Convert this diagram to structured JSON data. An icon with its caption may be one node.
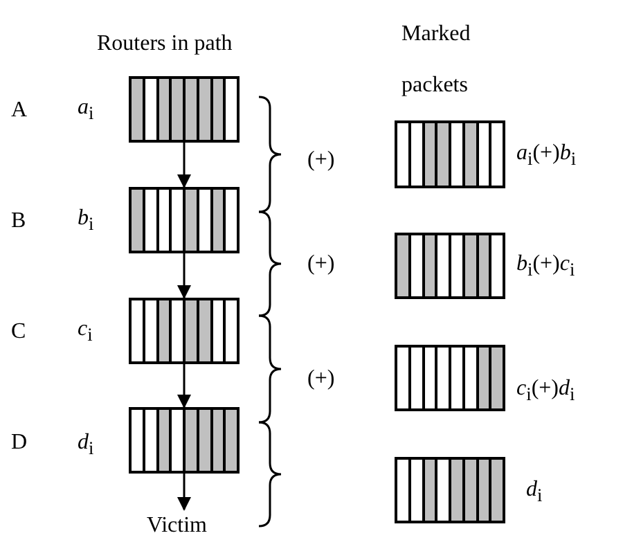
{
  "diagram": {
    "nodes": [
      {
        "text": [],
        "shape": "box",
        "beside": [
          "A",
          "*a*$_{i}$"
        ]
      },
      {
        "text": [],
        "shape": "box",
        "beside": [
          "B",
          "*b*$_{i}$"
        ]
      },
      {
        "text": [],
        "shape": "box",
        "beside": [
          "C",
          "*c*$_{i}$"
        ]
      },
      {
        "text": [],
        "shape": "box",
        "beside": [
          "D",
          "*d*$_{i}$"
        ]
      },
      {
        "text": [
          "Victim"
        ]
      },
      {
        "text": [],
        "shape": "box",
        "beside": [
          "*a*$_{i}$(+)*b*$_{i}$"
        ]
      },
      {
        "text": [],
        "shape": "box",
        "beside": [
          "*b*$_{i}$(+)*c*$_{i}$"
        ]
      },
      {
        "text": [],
        "shape": "box",
        "beside": [
          "*c*$_{i}$(+)*d*$_{i}$"
        ]
      },
      {
        "text": [],
        "shape": "box",
        "beside": [
          "*d*$_{i}$"
        ]
      }
    ],
    "edges": [
      {
        "from": 0,
        "to": 1,
        "arrow": "to"
      },
      {
        "from": 1,
        "to": 2,
        "arrow": "to"
      },
      {
        "from": 2,
        "to": 3,
        "arrow": "to"
      },
      {
        "from": 3,
        "to": 4,
        "arrow": "to"
      }
    ],
    "labels": [
      "Routers in path",
      "Marked packets",
      "(+)",
      "(+)",
      "(+)"
    ]
  }
}
